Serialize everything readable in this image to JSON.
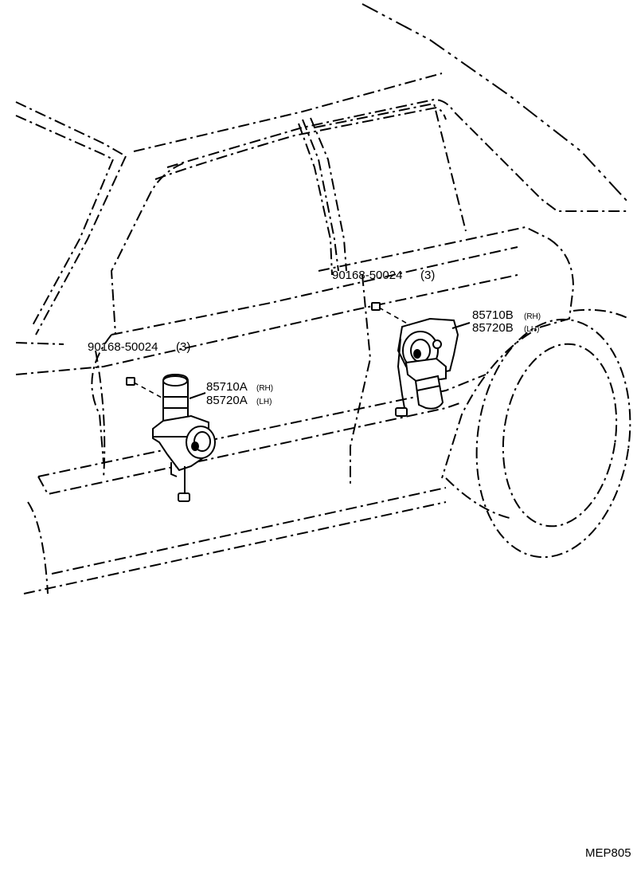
{
  "callouts": {
    "bolt_front": {
      "part_no": "90168-50024",
      "qty": "(3)"
    },
    "bolt_rear": {
      "part_no": "90168-50024",
      "qty": "(3)"
    },
    "motor_front": {
      "rh_no": "85710A",
      "rh_side": "(RH)",
      "lh_no": "85720A",
      "lh_side": "(LH)"
    },
    "motor_rear": {
      "rh_no": "85710B",
      "rh_side": "(RH)",
      "lh_no": "85720B",
      "lh_side": "(LH)"
    }
  },
  "figure_code": "MEP805"
}
